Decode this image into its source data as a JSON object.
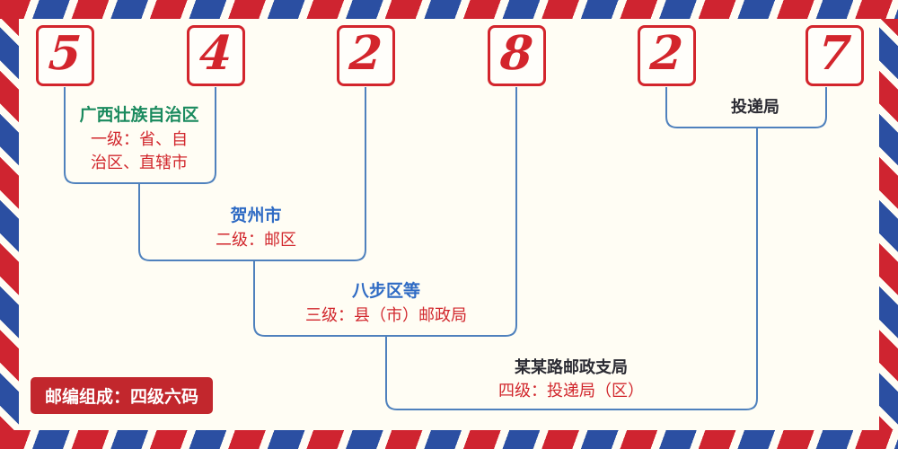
{
  "postal_code": {
    "digits": [
      "5",
      "4",
      "2",
      "8",
      "2",
      "7"
    ]
  },
  "labels": {
    "level1": {
      "place": "广西壮族自治区",
      "desc_line1": "一级：省、自",
      "desc_line2": "治区、直辖市"
    },
    "level2": {
      "place": "贺州市",
      "desc": "二级：邮区"
    },
    "level3": {
      "place": "八步区等",
      "desc": "三级：县（市）邮政局"
    },
    "level4": {
      "place": "某某路邮政支局",
      "desc": "四级：投递局（区）"
    },
    "delivery_office": {
      "text": "投递局"
    }
  },
  "badge": {
    "text": "邮编组成：四级六码"
  },
  "colors": {
    "digit_red": "#d3252c",
    "stripe_red": "#cf2430",
    "stripe_blue": "#2b4fa2",
    "connector_line": "#4f81bd",
    "place_green": "#1a8a5e",
    "place_blue": "#2f6bc4",
    "desc_red": "#d1262c",
    "badge_red": "#c2272d",
    "background": "#fffdf4"
  }
}
